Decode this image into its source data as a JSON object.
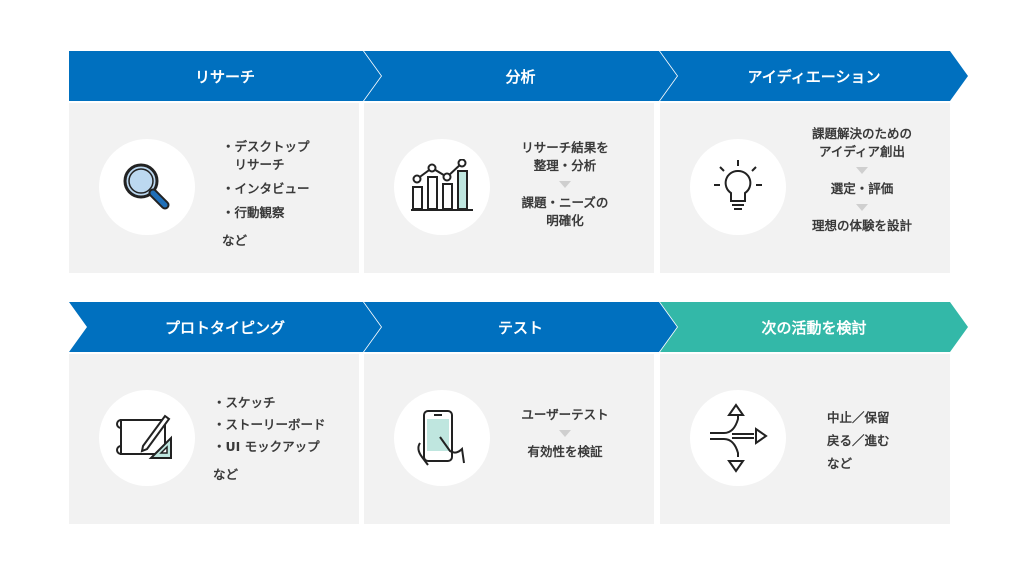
{
  "colors": {
    "blue": "#0070bf",
    "teal": "#33b8a8",
    "card": "#f2f2f2"
  },
  "steps": [
    {
      "title": "リサーチ",
      "icon": "magnifier-icon",
      "items": [
        "・デスクトップ",
        "　リサーチ",
        "・インタビュー",
        "・行動観察"
      ],
      "footer": "など"
    },
    {
      "title": "分析",
      "icon": "bar-chart-icon",
      "lines": [
        "リサーチ結果を",
        "整理・分析",
        "課題・ニーズの",
        "明確化"
      ]
    },
    {
      "title": "アイディエーション",
      "icon": "lightbulb-icon",
      "lines": [
        "課題解決のための",
        "アイディア創出",
        "選定・評価",
        "理想の体験を設計"
      ]
    },
    {
      "title": "プロトタイピング",
      "icon": "blueprint-icon",
      "items": [
        "・スケッチ",
        "・ストーリーボード",
        "・UI モックアップ"
      ],
      "footer": "など"
    },
    {
      "title": "テスト",
      "icon": "smartphone-hand-icon",
      "lines": [
        "ユーザーテスト",
        "有効性を検証"
      ]
    },
    {
      "title": "次の活動を検討",
      "icon": "branching-arrows-icon",
      "lines": [
        "中止／保留",
        "戻る／進む",
        "など"
      ]
    }
  ]
}
